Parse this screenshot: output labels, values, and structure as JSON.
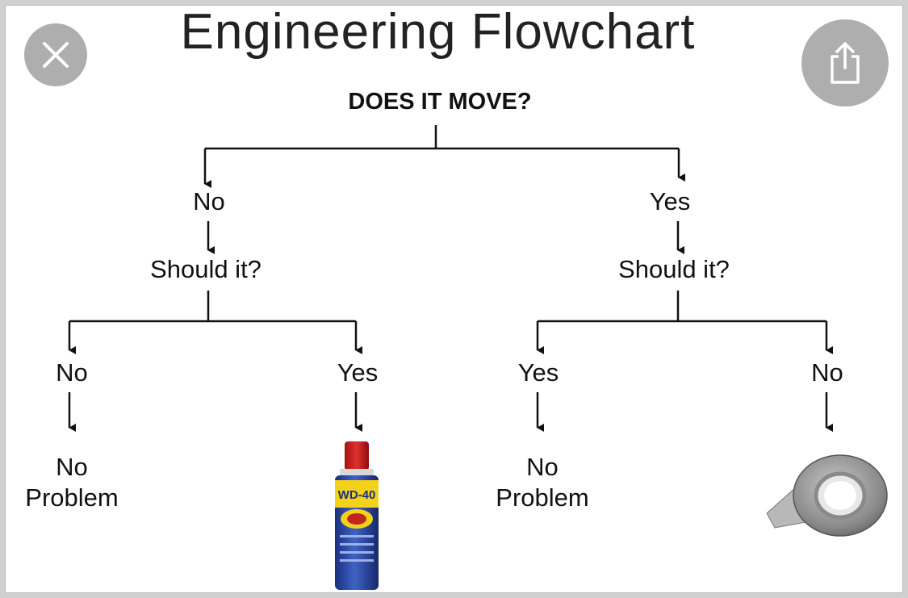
{
  "title": "Engineering Flowchart",
  "root_question": "DOES IT MOVE?",
  "branches": {
    "left": {
      "answer": "No",
      "question": "Should it?",
      "left_answer": "No",
      "left_result": "No\nProblem",
      "right_answer": "Yes",
      "right_result_image": "wd40-can",
      "right_result_text": "WD-40"
    },
    "right": {
      "answer": "Yes",
      "question": "Should it?",
      "left_answer": "Yes",
      "left_result": "No\nProblem",
      "right_answer": "No",
      "right_result_image": "duct-tape-roll"
    }
  },
  "overlay": {
    "close_icon": "close-icon",
    "share_icon": "share-icon"
  }
}
